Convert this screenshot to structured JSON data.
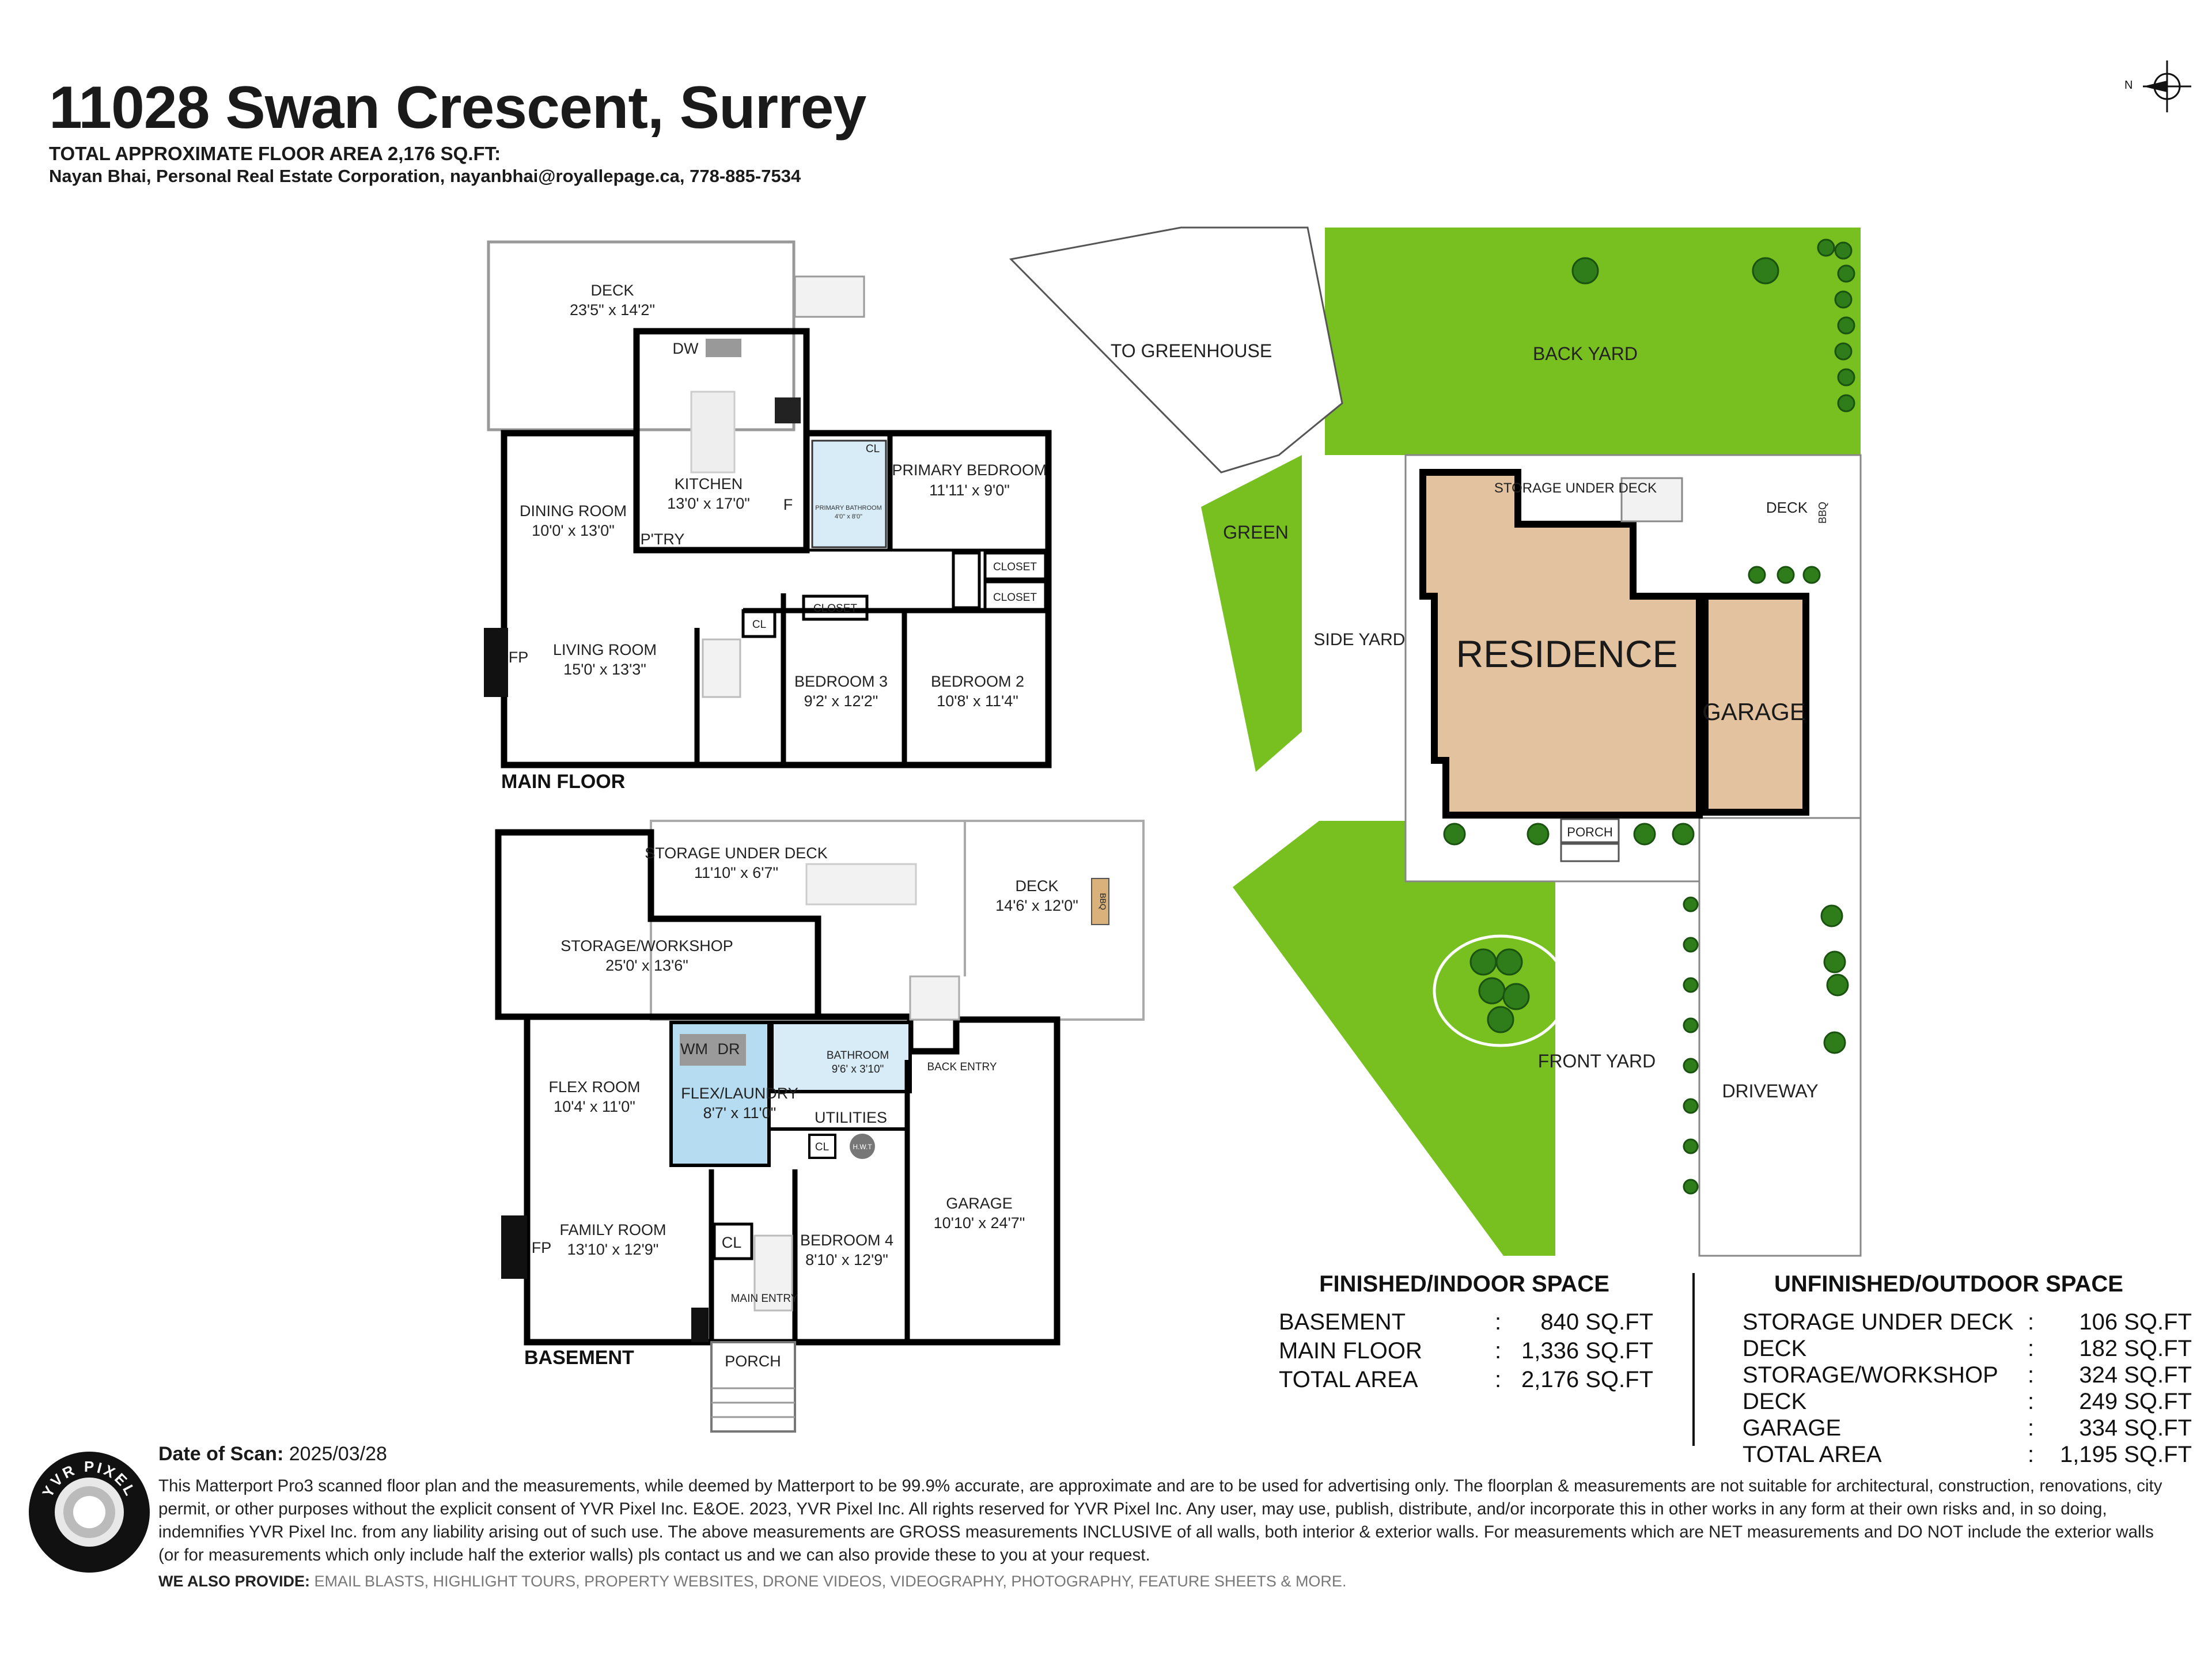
{
  "header": {
    "title": "11028 Swan Crescent, Surrey",
    "subtitle": "TOTAL APPROXIMATE FLOOR AREA 2,176 SQ.FT:",
    "agent": "Nayan Bhai, Personal Real Estate Corporation, nayanbhai@royallepage.ca, 778-885-7534"
  },
  "compass": {
    "label": "N"
  },
  "main_floor": {
    "name": "MAIN FLOOR",
    "rooms": [
      {
        "name": "DECK",
        "dims": "23'5\" x 14'2\""
      },
      {
        "name": "KITCHEN",
        "dims": "13'0' x 17'0\""
      },
      {
        "name": "DINING ROOM",
        "dims": "10'0' x 13'0\""
      },
      {
        "name": "PRIMARY BEDROOM",
        "dims": "11'11' x 9'0\""
      },
      {
        "name": "LIVING ROOM",
        "dims": "15'0' x 13'3\""
      },
      {
        "name": "BEDROOM 3",
        "dims": "9'2' x 12'2\""
      },
      {
        "name": "BEDROOM 2",
        "dims": "10'8' x 11'4\""
      }
    ],
    "fixtures": {
      "dw": "DW",
      "f": "F",
      "pantry": "P'TRY",
      "fp": "FP",
      "cl": "CL",
      "closet": "CLOSET",
      "primary_bathroom": "PRIMARY BATHROOM",
      "primary_bathroom_dims": "4'0\" x 8'0\""
    }
  },
  "basement": {
    "name": "BASEMENT",
    "rooms": [
      {
        "name": "STORAGE UNDER DECK",
        "dims": "11'10\" x 6'7\""
      },
      {
        "name": "DECK",
        "dims": "14'6' x 12'0\""
      },
      {
        "name": "STORAGE/WORKSHOP",
        "dims": "25'0' x 13'6\""
      },
      {
        "name": "FLEX ROOM",
        "dims": "10'4' x 11'0\""
      },
      {
        "name": "FLEX/LAUNDRY",
        "dims": "8'7' x 11'0\""
      },
      {
        "name": "BATHROOM",
        "dims": "9'6' x 3'10\""
      },
      {
        "name": "UTILITIES",
        "dims": ""
      },
      {
        "name": "FAMILY ROOM",
        "dims": "13'10' x 12'9\""
      },
      {
        "name": "BEDROOM 4",
        "dims": "8'10' x 12'9\""
      },
      {
        "name": "GARAGE",
        "dims": "10'10' x 24'7\""
      }
    ],
    "fixtures": {
      "wm": "WM",
      "dr": "DR",
      "fp": "FP",
      "cl": "CL",
      "hwt": "H.W.T",
      "back_entry": "BACK ENTRY",
      "main_entry": "MAIN ENTRY",
      "porch": "PORCH",
      "bbq": "BBQ"
    }
  },
  "site_plan": {
    "to_greenhouse": "TO GREENHOUSE",
    "back_yard": "BACK YARD",
    "green": "GREEN",
    "side_yard": "SIDE YARD",
    "storage_under_deck": "STORAGE UNDER DECK",
    "deck": "DECK",
    "bbq": "BBQ",
    "residence": "RESIDENCE",
    "garage": "GARAGE",
    "porch": "PORCH",
    "front_yard": "FRONT YARD",
    "driveway": "DRIVEWAY",
    "colors": {
      "lawn": "#78c01f",
      "residence": "#e2c29f",
      "garage": "#e2c29f",
      "laundry": "#b5dcf0"
    }
  },
  "finished_space": {
    "heading": "FINISHED/INDOOR SPACE",
    "rows": [
      {
        "label": "BASEMENT",
        "sep": ":",
        "value": "840 SQ.FT"
      },
      {
        "label": "MAIN FLOOR",
        "sep": ":",
        "value": "1,336 SQ.FT"
      },
      {
        "label": "TOTAL AREA",
        "sep": ":",
        "value": "2,176 SQ.FT"
      }
    ]
  },
  "unfinished_space": {
    "heading": "UNFINISHED/OUTDOOR SPACE",
    "rows": [
      {
        "label": "STORAGE UNDER DECK",
        "sep": ":",
        "value": "106 SQ.FT"
      },
      {
        "label": "DECK",
        "sep": ":",
        "value": "182 SQ.FT"
      },
      {
        "label": "STORAGE/WORKSHOP",
        "sep": ":",
        "value": "324 SQ.FT"
      },
      {
        "label": "DECK",
        "sep": ":",
        "value": "249 SQ.FT"
      },
      {
        "label": "GARAGE",
        "sep": ":",
        "value": "334 SQ.FT"
      },
      {
        "label": "TOTAL AREA",
        "sep": ":",
        "value": "1,195 SQ.FT"
      }
    ]
  },
  "footer": {
    "logo_text": "YVR PIXEL",
    "scan_label": "Date of Scan:",
    "scan_date": "2025/03/28",
    "disclaimer": "This Matterport Pro3 scanned floor plan and the measurements, while deemed by Matterport to be 99.9% accurate, are approximate and are to be used for advertising only. The floorplan & measurements are not suitable for architectural, construction, renovations, city permit, or other purposes without the explicit consent of YVR Pixel Inc. E&OE. 2023, YVR Pixel Inc. All rights reserved for YVR Pixel Inc. Any user, may use, publish, distribute, and/or incorporate this in other works in any form at their own risks and, in so doing, indemnifies YVR Pixel Inc. from any liability arising out of such use. The above measurements are GROSS measurements INCLUSIVE of all walls, both interior & exterior walls. For measurements which are NET measurements and DO NOT include the exterior walls (or for measurements which only include half the exterior walls) pls contact us and we can also provide these to you at your request.",
    "provide_label": "WE ALSO PROVIDE:",
    "provide_text": "EMAIL BLASTS, HIGHLIGHT TOURS, PROPERTY WEBSITES, DRONE VIDEOS, VIDEOGRAPHY, PHOTOGRAPHY, FEATURE SHEETS & MORE."
  }
}
